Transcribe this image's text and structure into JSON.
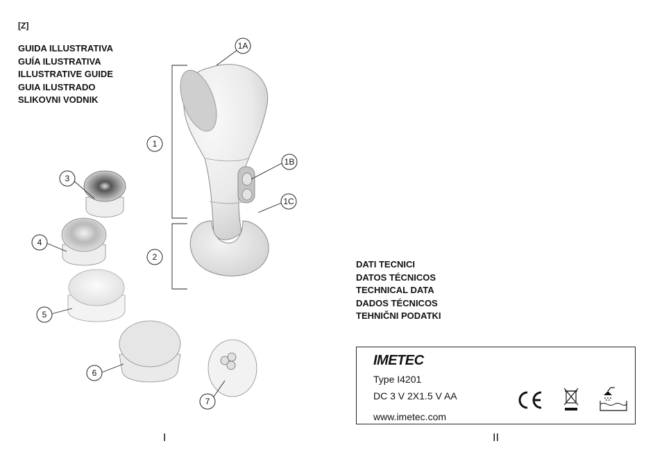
{
  "code": "[Z]",
  "guide_titles": [
    "GUIDA ILLUSTRATIVA",
    "GUÍA ILUSTRATIVA",
    "ILLUSTRATIVE GUIDE",
    "GUIA ILUSTRADO",
    "SLIKOVNI VODNIK"
  ],
  "callouts": [
    "1A",
    "1",
    "1B",
    "1C",
    "2",
    "3",
    "4",
    "5",
    "6",
    "7"
  ],
  "tech_titles": [
    "DATI TECNICI",
    "DATOS TÉCNICOS",
    "TECHNICAL DATA",
    "DADOS TÉCNICOS",
    "TEHNIČNI PODATKI"
  ],
  "databox": {
    "brand": "IMETEC",
    "type": "Type I4201",
    "power": "DC 3 V  2X1.5 V  AA",
    "website": "www.imetec.com",
    "ce_mark": "CE",
    "symbols": [
      "ce-mark-icon",
      "weee-bin-icon",
      "shower-bath-icon"
    ]
  },
  "page_numbers": {
    "left": "I",
    "right": "II"
  }
}
